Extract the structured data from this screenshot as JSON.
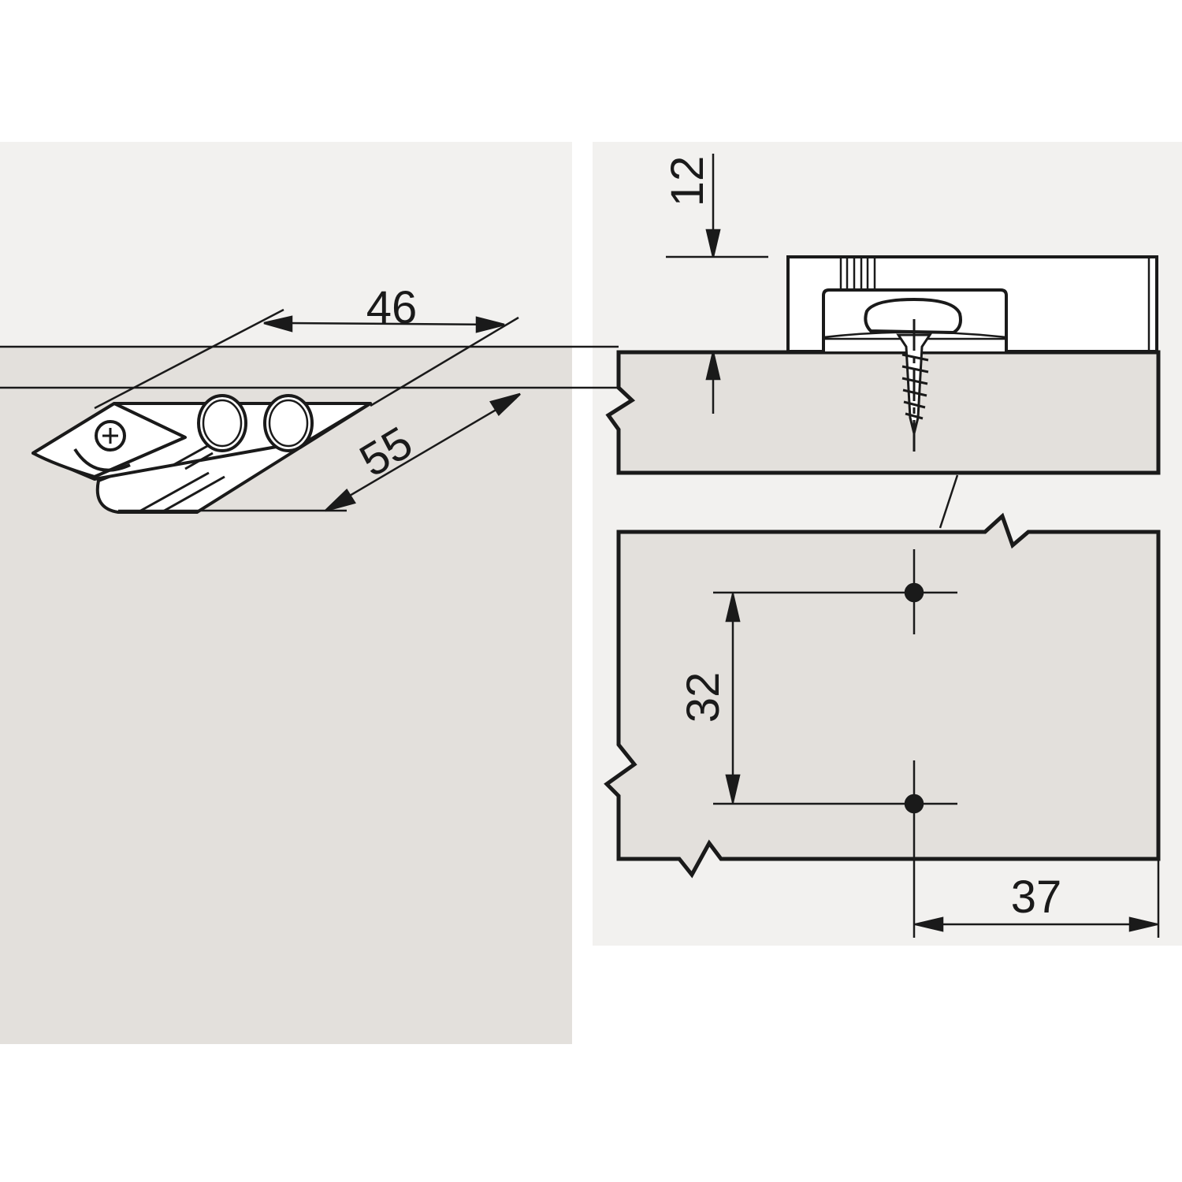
{
  "colors": {
    "panel_light": "#f2f1ef",
    "panel_board": "#e3e0dc",
    "line": "#1a1a1a",
    "part": "#ffffff"
  },
  "dimensions": {
    "plate_width": "46",
    "plate_length": "55",
    "plate_height": "12",
    "hole_spacing": "32",
    "edge_distance": "37"
  }
}
